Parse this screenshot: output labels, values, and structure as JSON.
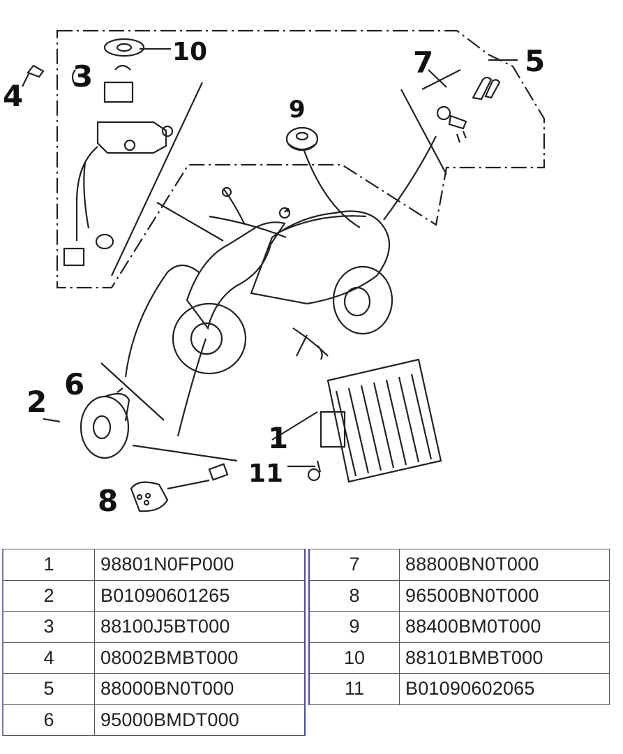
{
  "callouts": [
    "1",
    "2",
    "3",
    "4",
    "5",
    "6",
    "7",
    "8",
    "9",
    "10",
    "11"
  ],
  "parts_left": [
    {
      "num": "1",
      "part": "98801N0FP000"
    },
    {
      "num": "2",
      "part": "B01090601265"
    },
    {
      "num": "3",
      "part": "88100J5BT000"
    },
    {
      "num": "4",
      "part": "08002BMBT000"
    },
    {
      "num": "5",
      "part": "88000BN0T000"
    },
    {
      "num": "6",
      "part": "95000BMDT000"
    }
  ],
  "parts_right": [
    {
      "num": "7",
      "part": "88800BN0T000"
    },
    {
      "num": "8",
      "part": "96500BN0T000"
    },
    {
      "num": "9",
      "part": "88400BM0T000"
    },
    {
      "num": "10",
      "part": "88101BMBT000"
    },
    {
      "num": "11",
      "part": "B01090602065"
    }
  ]
}
